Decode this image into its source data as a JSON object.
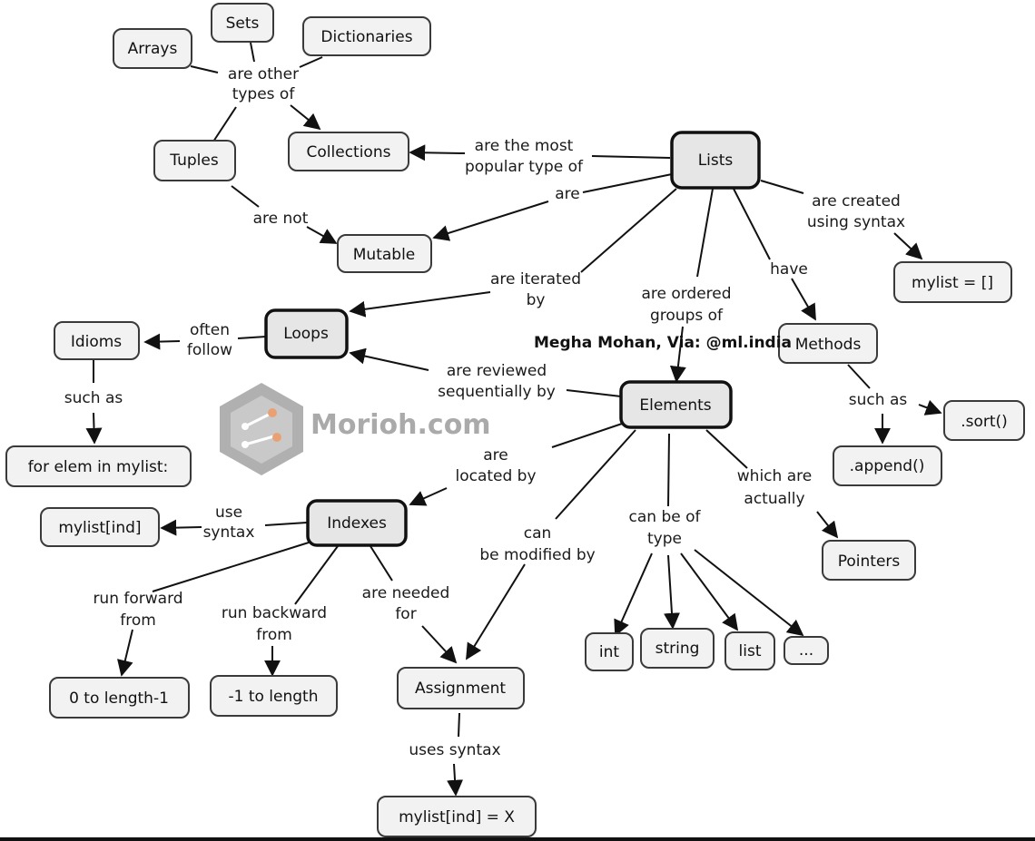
{
  "nodes": {
    "arrays": "Arrays",
    "sets": "Sets",
    "dictionaries": "Dictionaries",
    "tuples": "Tuples",
    "collections": "Collections",
    "lists": "Lists",
    "mutable": "Mutable",
    "mylist_empty": "mylist = []",
    "idioms": "Idioms",
    "loops": "Loops",
    "methods": "Methods",
    "for_elem": "for elem in mylist:",
    "elements": "Elements",
    "sort": ".sort()",
    "append": ".append()",
    "mylist_ind": "mylist[ind]",
    "indexes": "Indexes",
    "pointers": "Pointers",
    "int": "int",
    "string": "string",
    "list": "list",
    "more": "...",
    "zero_to_len": "0 to length-1",
    "neg_to_len": "-1 to length",
    "assignment": "Assignment",
    "mylist_assign": "mylist[ind] = X"
  },
  "labels": {
    "are_other_types_of_1": "are other",
    "are_other_types_of_2": "types of",
    "most_popular_1": "are the most",
    "most_popular_2": "popular type of",
    "are": "are",
    "are_not": "are not",
    "created_syntax_1": "are created",
    "created_syntax_2": "using syntax",
    "iterated_1": "are iterated",
    "iterated_2": "by",
    "have": "have",
    "ordered_groups_1": "are ordered",
    "ordered_groups_2": "groups of",
    "often_follow_1": "often",
    "often_follow_2": "follow",
    "such_as_left": "such as",
    "reviewed_1": "are reviewed",
    "reviewed_2": "sequentially by",
    "such_as_right": "such as",
    "located_1": "are",
    "located_2": "located by",
    "use_syntax_1": "use",
    "use_syntax_2": "syntax",
    "modified_1": "can",
    "modified_2": "be modified by",
    "can_be_type_1": "can be of",
    "can_be_type_2": "type",
    "actually_1": "which are",
    "actually_2": "actually",
    "forward_1": "run forward",
    "forward_2": "from",
    "backward_1": "run backward",
    "backward_2": "from",
    "needed_1": "are needed",
    "needed_2": "for",
    "uses_syntax": "uses syntax"
  },
  "credit": "Megha Mohan, Via: @ml.india",
  "watermark": "Morioh.com"
}
